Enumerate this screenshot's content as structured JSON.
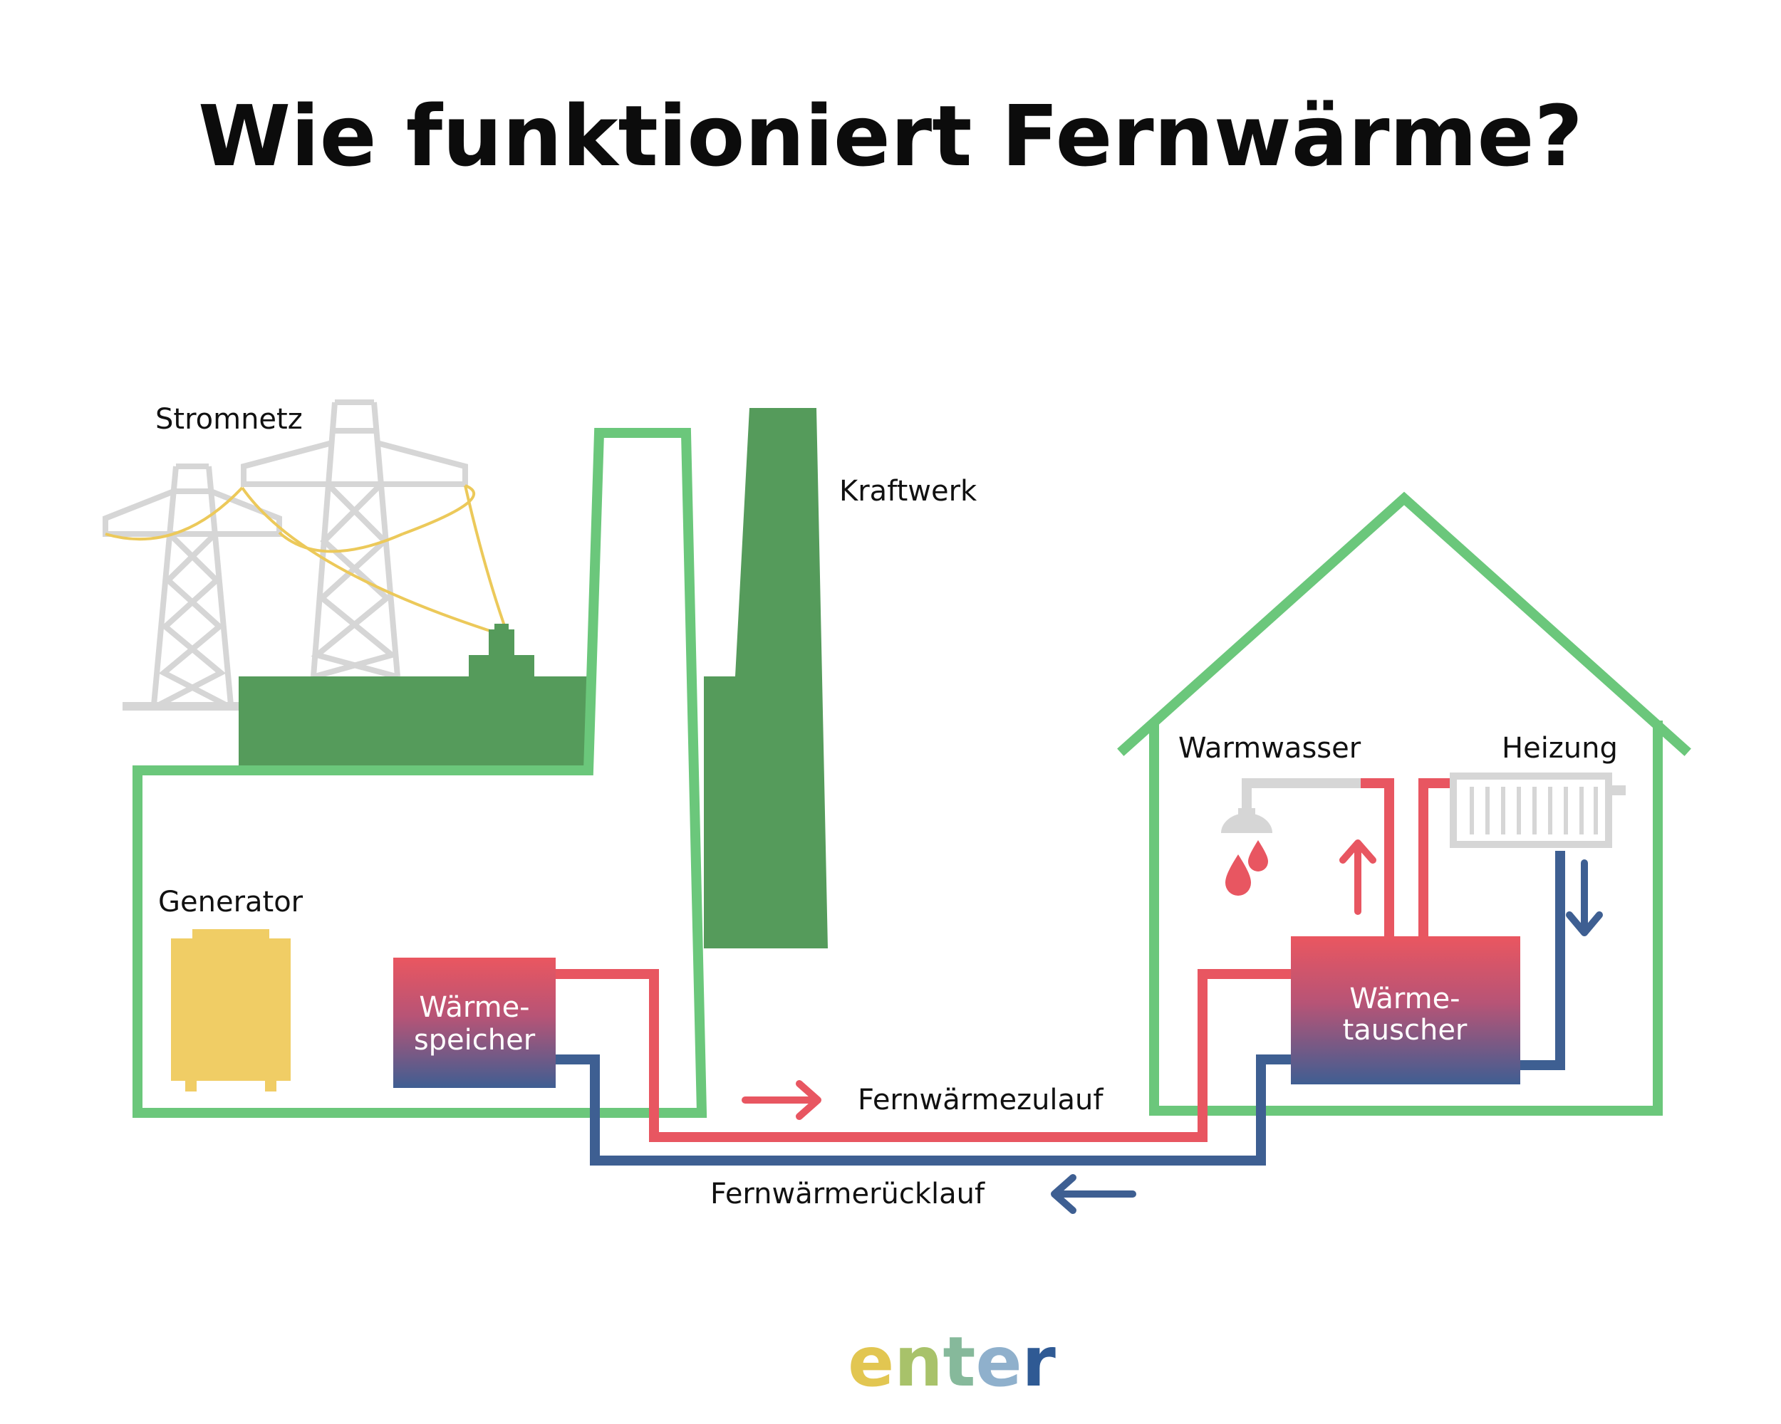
{
  "title": "Wie funktioniert Fernwärme?",
  "labels": {
    "stromnetz": "Stromnetz",
    "kraftwerk": "Kraftwerk",
    "generator": "Generator",
    "waermespeicher_line1": "Wärme-",
    "waermespeicher_line2": "speicher",
    "waermetauscher_line1": "Wärme-",
    "waermetauscher_line2": "tauscher",
    "warmwasser": "Warmwasser",
    "heizung": "Heizung",
    "zulauf": "Fernwärmezulauf",
    "ruecklauf": "Fernwärmerücklauf"
  },
  "logo": {
    "letters": [
      "e",
      "n",
      "t",
      "e",
      "r"
    ],
    "colors": [
      "#e2c651",
      "#a8c26a",
      "#86b99b",
      "#8fb0cc",
      "#2f5a94"
    ]
  },
  "colors": {
    "outline_green": "#6bc77b",
    "dark_green": "#559b5b",
    "hot_red": "#e85661",
    "cold_blue": "#3e5f92",
    "generator_yellow": "#f0cd65",
    "tower_grey": "#d6d6d6",
    "wire_yellow": "#ecc95a"
  }
}
